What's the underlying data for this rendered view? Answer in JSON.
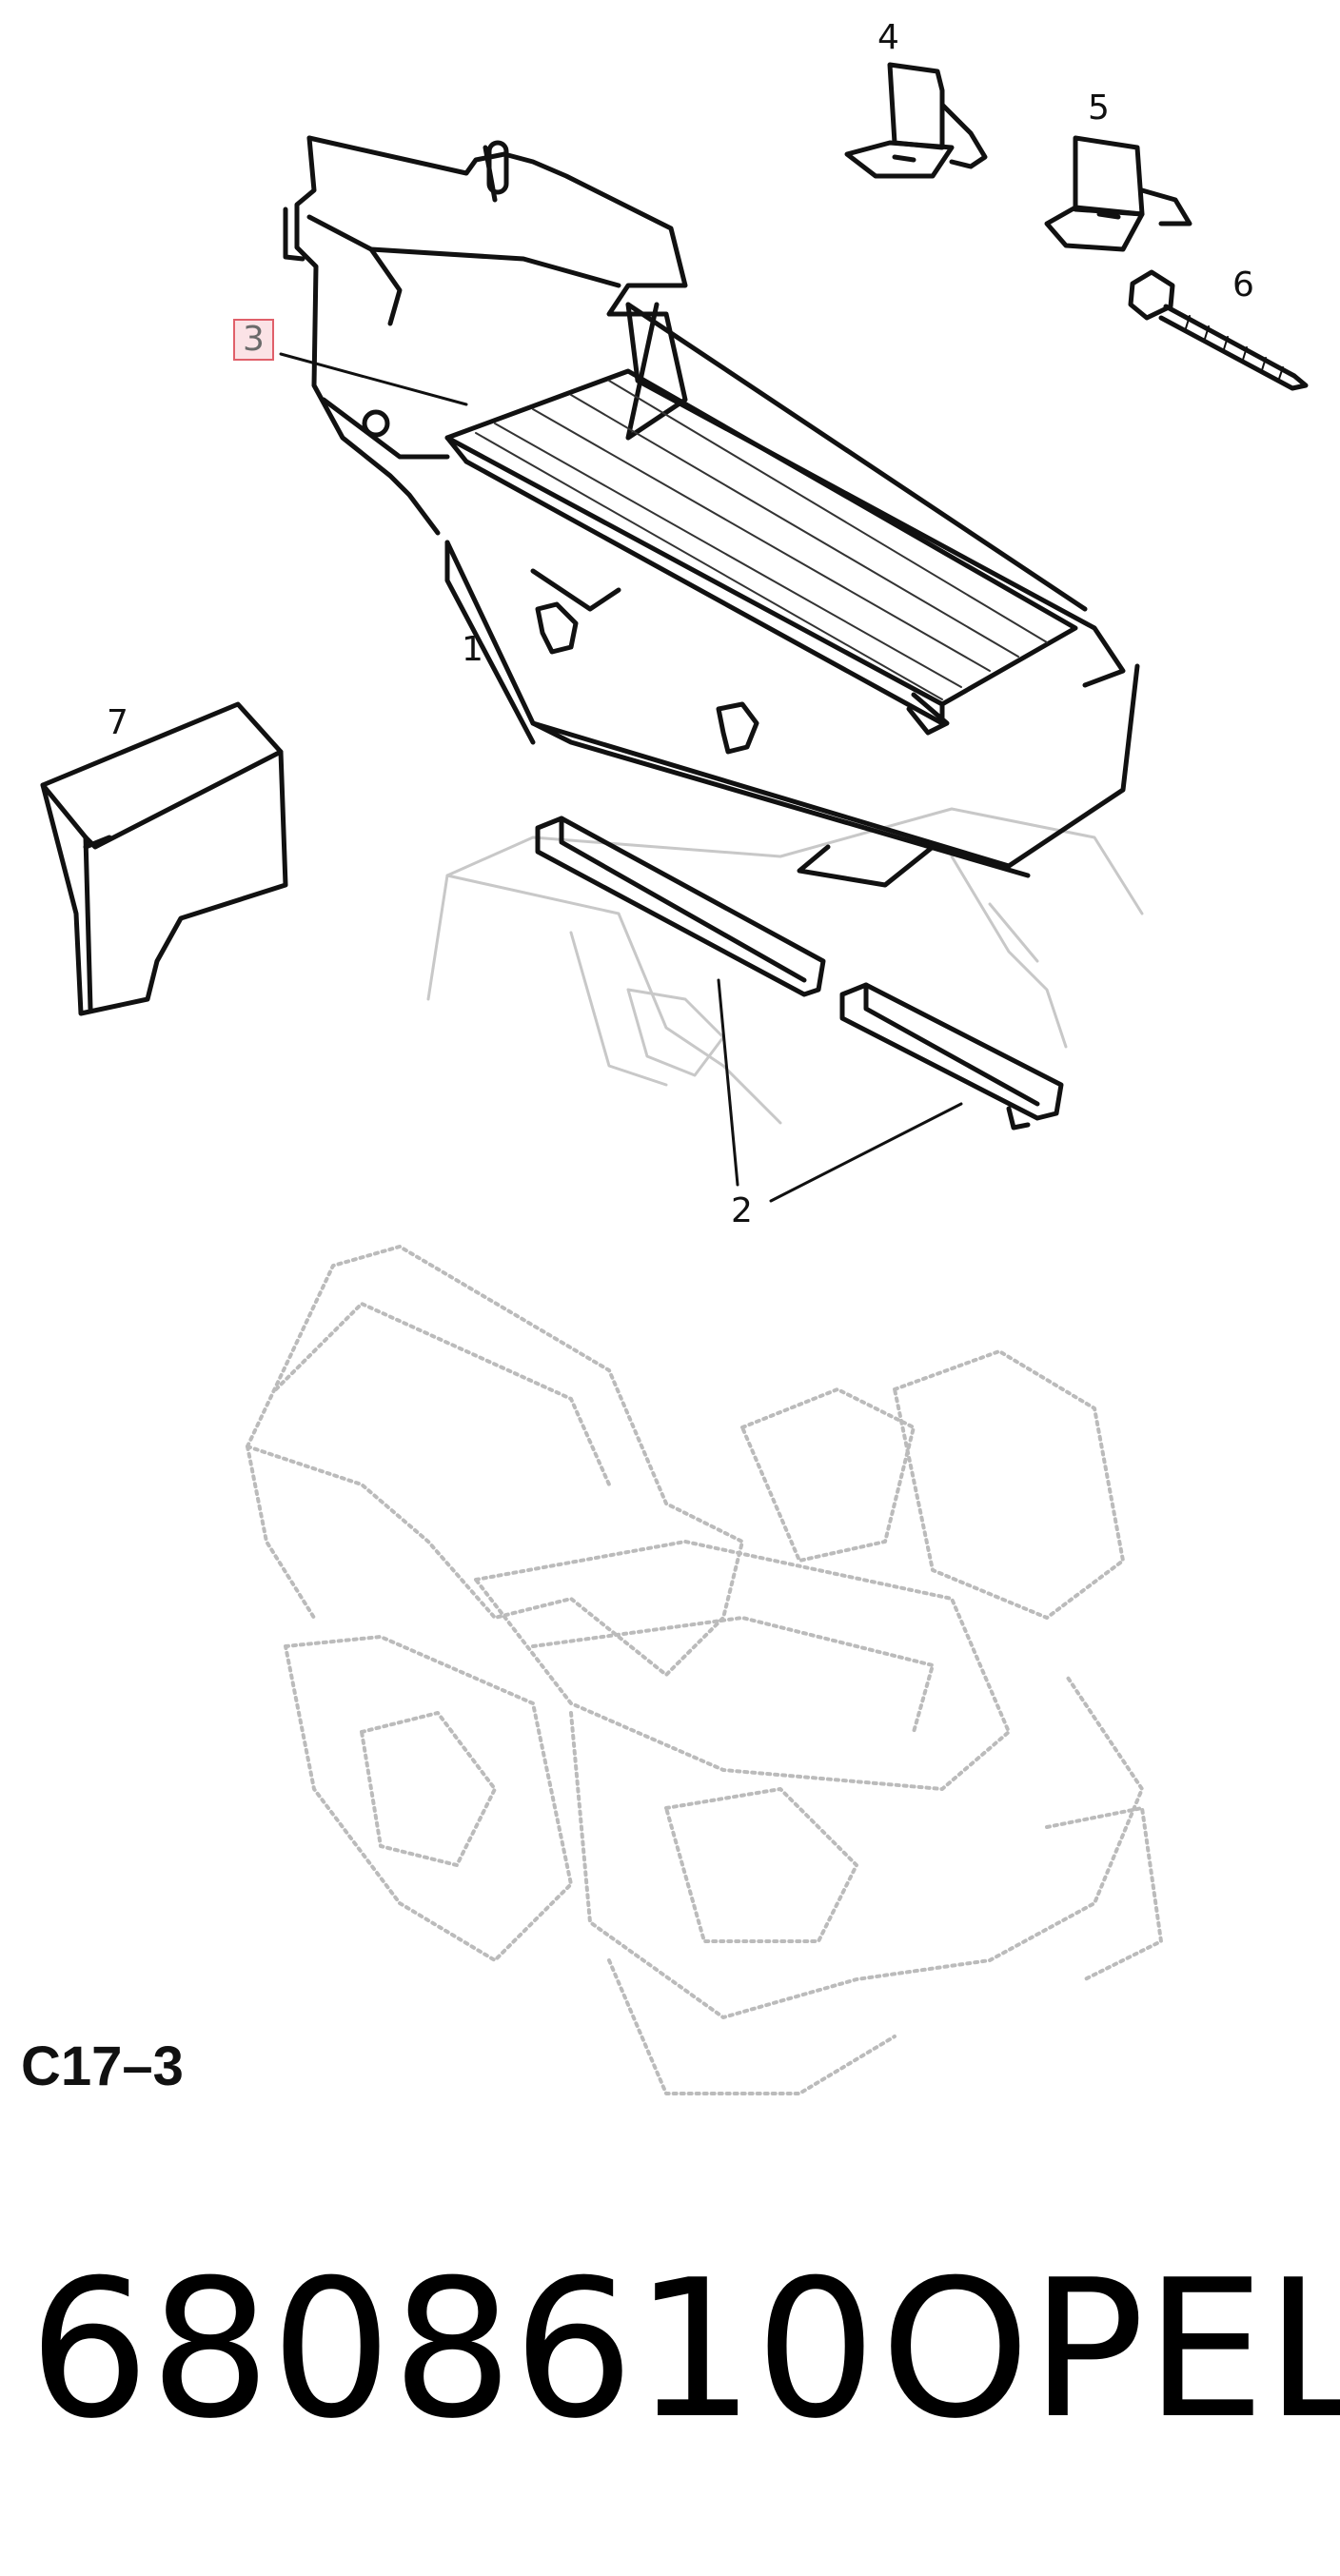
{
  "callouts": {
    "c1": "1",
    "c2": "2",
    "c3": "3",
    "c4": "4",
    "c5": "5",
    "c6": "6",
    "c7": "7"
  },
  "figure_code": "C17–3",
  "part_number": "6808610",
  "brand": "OPEL",
  "highlight_colors": {
    "box_border": "#e0606a",
    "box_fill": "#fbe3e6"
  }
}
